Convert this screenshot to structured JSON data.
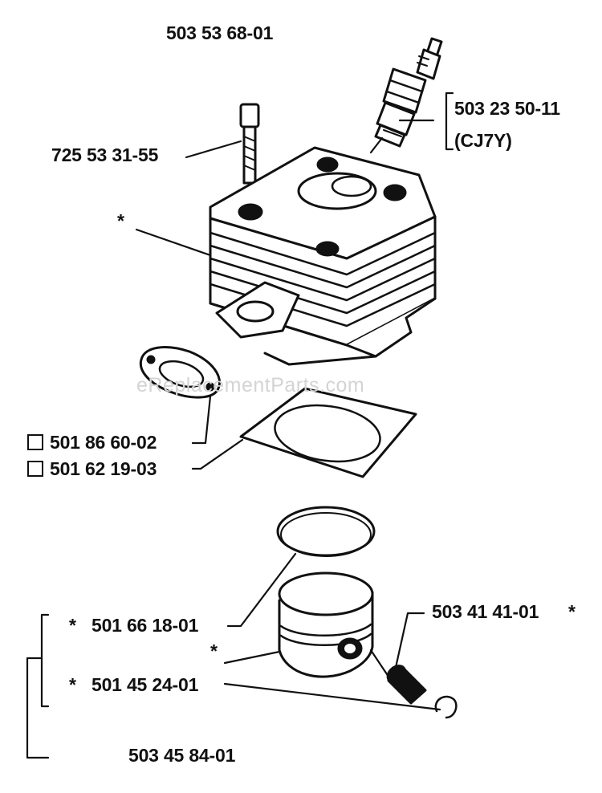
{
  "watermark": "eReplacementParts.com",
  "parts": {
    "top_assembly": "503 53 68-01",
    "spark_plug": "503 23 50-11",
    "spark_plug_type": "(CJ7Y)",
    "screw": "725 53 31-55",
    "cylinder_marker": "*",
    "gasket_small": "501 86 60-02",
    "gasket_large": "501 62 19-03",
    "piston_ring": "501 66 18-01",
    "piston_ring_marker": "*",
    "piston_marker": "*",
    "piston": "501 45 24-01",
    "piston_pin": "503 41 41-01",
    "piston_pin_marker": "*",
    "piston_kit": "503 45 84-01"
  }
}
